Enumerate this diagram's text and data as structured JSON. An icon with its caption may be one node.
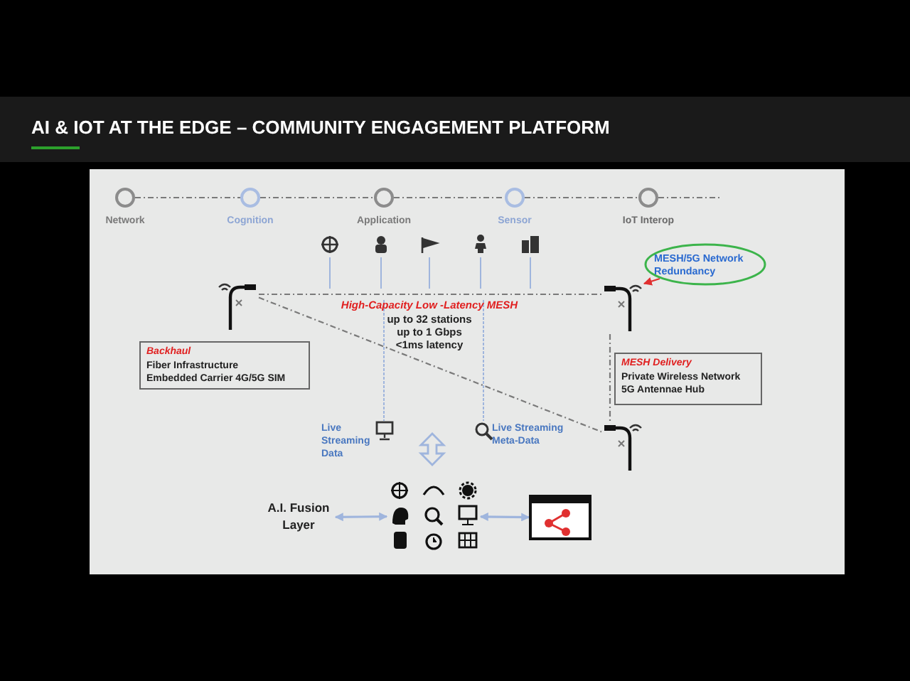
{
  "diagram": {
    "title": "AI & IOT AT THE EDGE – COMMUNITY ENGAGEMENT PLATFORM",
    "nodes": [
      {
        "text": [
          "Network"
        ]
      },
      {
        "text": [
          "Cognition"
        ]
      },
      {
        "text": [
          "Application"
        ]
      },
      {
        "text": [
          "Sensor"
        ]
      },
      {
        "text": [
          "IoT Interop"
        ]
      },
      {
        "text": [],
        "shape": "pole"
      },
      {
        "text": [],
        "shape": "pole"
      },
      {
        "text": [],
        "shape": "pole"
      },
      {
        "text": [
          "MESH/5G Network Redundancy"
        ]
      },
      {
        "text": [
          "Backhaul",
          "Fiber Infrastructure",
          "Embedded Carrier 4G/5G SIM"
        ]
      },
      {
        "text": [
          "MESH Delivery",
          "Private Wireless Network",
          "5G Antennae Hub"
        ]
      },
      {
        "text": [
          "A.I. Fusion Layer"
        ]
      },
      {
        "text": [],
        "shape": "icons"
      },
      {
        "text": [],
        "shape": "window"
      }
    ],
    "edges": [
      {
        "from": 0,
        "to": 1,
        "arrow": "none",
        "style": "dashed"
      },
      {
        "from": 1,
        "to": 2,
        "arrow": "none",
        "style": "dashed"
      },
      {
        "from": 2,
        "to": 3,
        "arrow": "none",
        "style": "dashed"
      },
      {
        "from": 3,
        "to": 4,
        "arrow": "none",
        "style": "dashed"
      },
      {
        "from": 4,
        "to": null,
        "arrow": "none",
        "style": "dashed"
      },
      {
        "from": 5,
        "to": 6,
        "arrow": "none",
        "style": "dashed"
      },
      {
        "from": 5,
        "to": 7,
        "arrow": "none",
        "style": "dashed"
      },
      {
        "from": 6,
        "to": 7,
        "arrow": "none",
        "style": "dashed"
      },
      {
        "from": 8,
        "to": 6,
        "arrow": "to",
        "color": "#e03030"
      },
      {
        "from": 11,
        "to": 12,
        "arrow": "both",
        "color": "#9fb5dd"
      },
      {
        "from": 12,
        "to": 13,
        "arrow": "both",
        "color": "#9fb5dd"
      }
    ],
    "labels": [
      "High-Capacity Low -Latency MESH",
      "up to 32 stations",
      "up to 1 Gbps",
      "<1ms latency",
      "Live Streaming Data",
      "Live Streaming Meta-Data"
    ]
  }
}
